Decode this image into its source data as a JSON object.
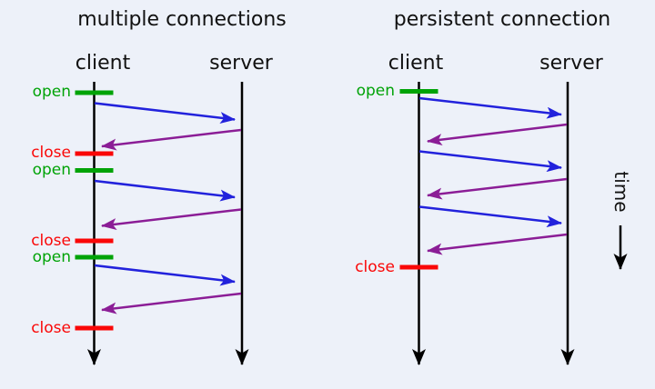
{
  "background_color": "#edf1f9",
  "colors": {
    "open_marker": "#00a307",
    "close_marker": "#fa0707",
    "request_arrow": "#2222dc",
    "response_arrow": "#8b1d96",
    "lifeline": "#000000"
  },
  "left_diagram": {
    "title": "multiple connections",
    "client_label": "client",
    "server_label": "server",
    "event_labels": [
      {
        "label": "open"
      },
      {
        "label": "close"
      },
      {
        "label": "open"
      },
      {
        "label": "close"
      },
      {
        "label": "open"
      },
      {
        "label": "close"
      }
    ],
    "request_arrow_count": 3,
    "response_arrow_count": 3
  },
  "right_diagram": {
    "title": "persistent connection",
    "client_label": "client",
    "server_label": "server",
    "event_labels": [
      {
        "label": "open"
      },
      {
        "label": "close"
      }
    ],
    "request_arrow_count": 3,
    "response_arrow_count": 3
  },
  "time_label": "time"
}
